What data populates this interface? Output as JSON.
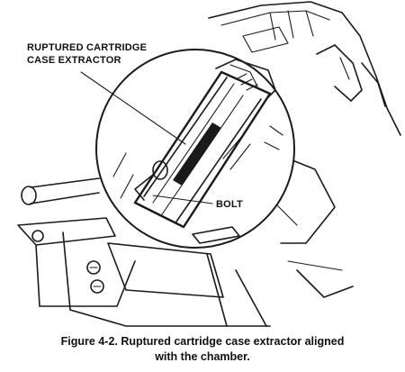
{
  "figure": {
    "callouts": {
      "extractor_line1": "RUPTURED CARTRIDGE",
      "extractor_line2": "CASE EXTRACTOR",
      "bolt": "BOLT"
    },
    "caption": {
      "line1": "Figure 4-2. Ruptured cartridge case extractor aligned",
      "line2": "with the chamber."
    }
  }
}
